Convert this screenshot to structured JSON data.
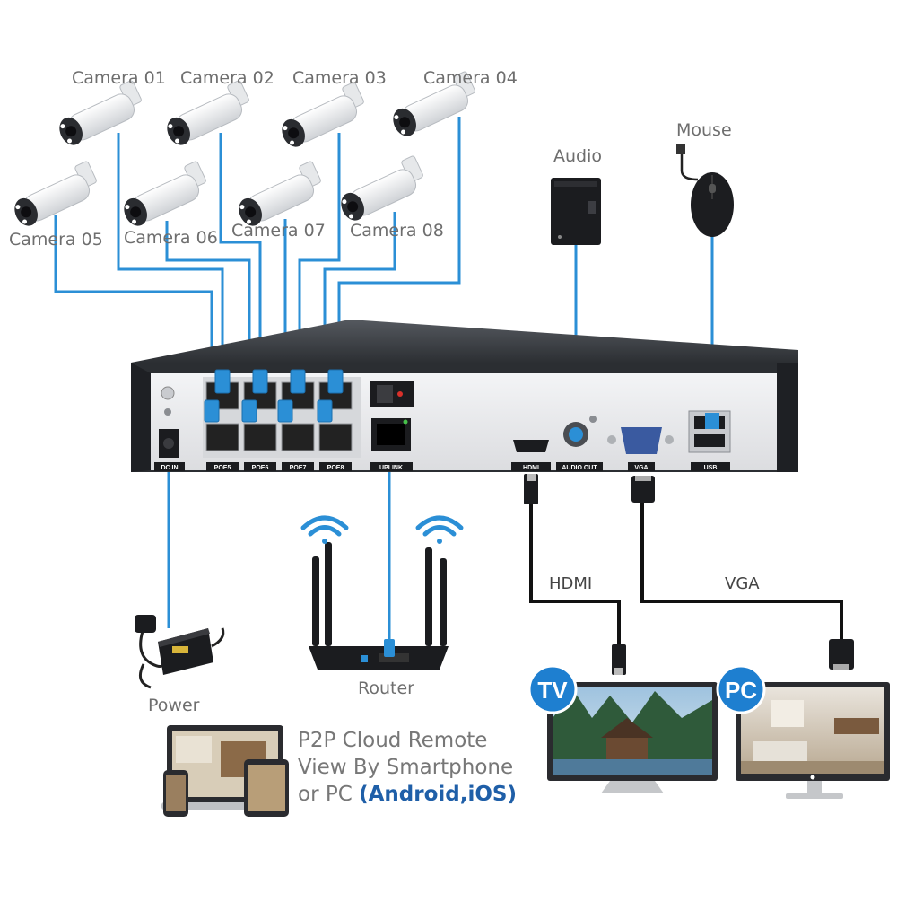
{
  "cameras": [
    {
      "label": "Camera 01"
    },
    {
      "label": "Camera 02"
    },
    {
      "label": "Camera 03"
    },
    {
      "label": "Camera 04"
    },
    {
      "label": "Camera 05"
    },
    {
      "label": "Camera 06"
    },
    {
      "label": "Camera 07"
    },
    {
      "label": "Camera 08"
    }
  ],
  "devices": {
    "audio": "Audio",
    "mouse": "Mouse",
    "power": "Power",
    "router": "Router"
  },
  "connections": {
    "hdmi": "HDMI",
    "vga": "VGA"
  },
  "displays": {
    "tv_badge": "TV",
    "pc_badge": "PC"
  },
  "nvr_ports": {
    "poe_labels": [
      "POE5",
      "POE6",
      "POE7",
      "POE8"
    ],
    "dc_in": "DC IN",
    "uplink": "UPLINK",
    "hdmi": "HDMI",
    "audio_out": "AUDIO OUT",
    "vga": "VGA",
    "usb": "USB"
  },
  "p2p": {
    "line1": "P2P Cloud Remote",
    "line2": "View By Smartphone",
    "line3_prefix": "or PC ",
    "line3_highlight": "(Android,iOS)"
  },
  "colors": {
    "cable_blue": "#2b8fd6",
    "cable_black": "#111111",
    "badge_blue": "#1e7fd0",
    "nvr_body": "#3a3d42",
    "panel": "#e9eaec"
  }
}
